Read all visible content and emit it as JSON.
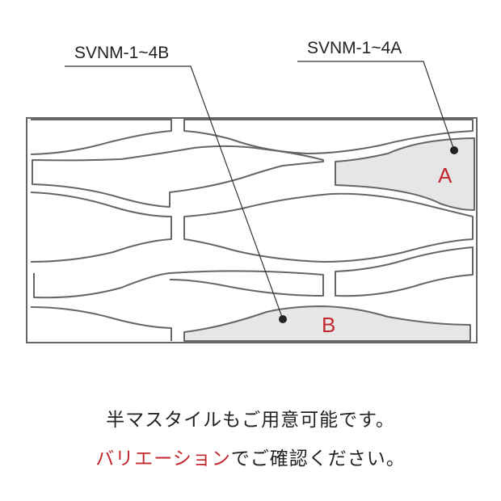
{
  "diagram": {
    "label_b": "SVNM-1~4B",
    "label_a": "SVNM-1~4A",
    "marker_a": "A",
    "marker_b": "B"
  },
  "colors": {
    "stroke": "#666666",
    "highlight_fill": "#e6e6e6",
    "accent_red": "#c1272d",
    "text": "#222222"
  },
  "caption": {
    "line1": "半マスタイルもご用意可能です。",
    "line2_highlight": "バリエーション",
    "line2_rest": "でご確認ください。"
  }
}
